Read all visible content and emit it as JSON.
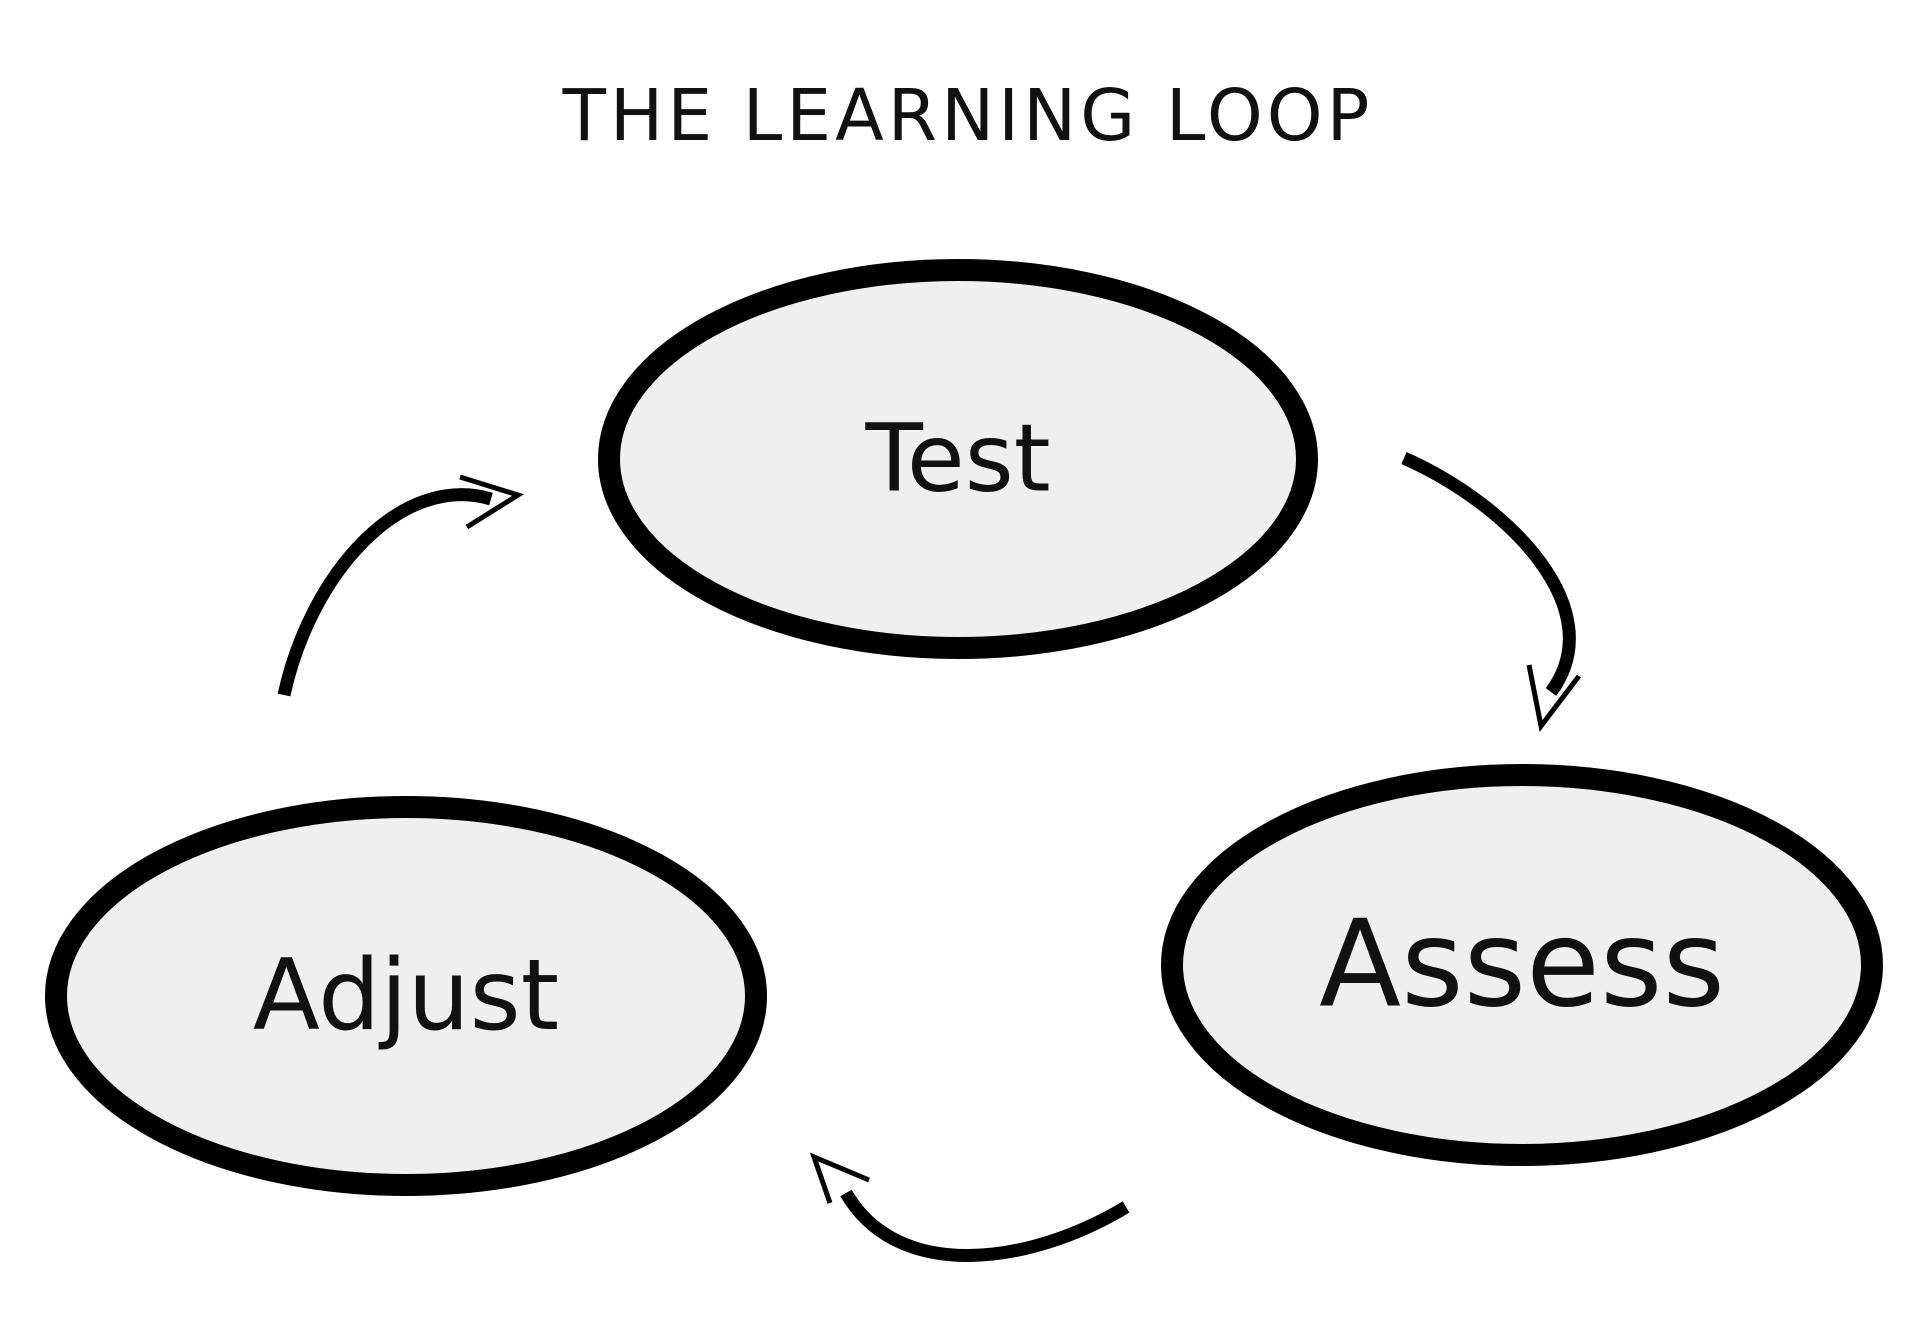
{
  "title": "THE LEARNING LOOP",
  "colors": {
    "node_fill": "#efefef",
    "node_stroke": "#000000",
    "text": "#111111",
    "background": "#ffffff"
  },
  "nodes": [
    {
      "id": "test",
      "label": "Test"
    },
    {
      "id": "assess",
      "label": "Assess"
    },
    {
      "id": "adjust",
      "label": "Adjust"
    }
  ],
  "edges": [
    {
      "from": "test",
      "to": "assess"
    },
    {
      "from": "assess",
      "to": "adjust"
    },
    {
      "from": "adjust",
      "to": "test"
    }
  ]
}
